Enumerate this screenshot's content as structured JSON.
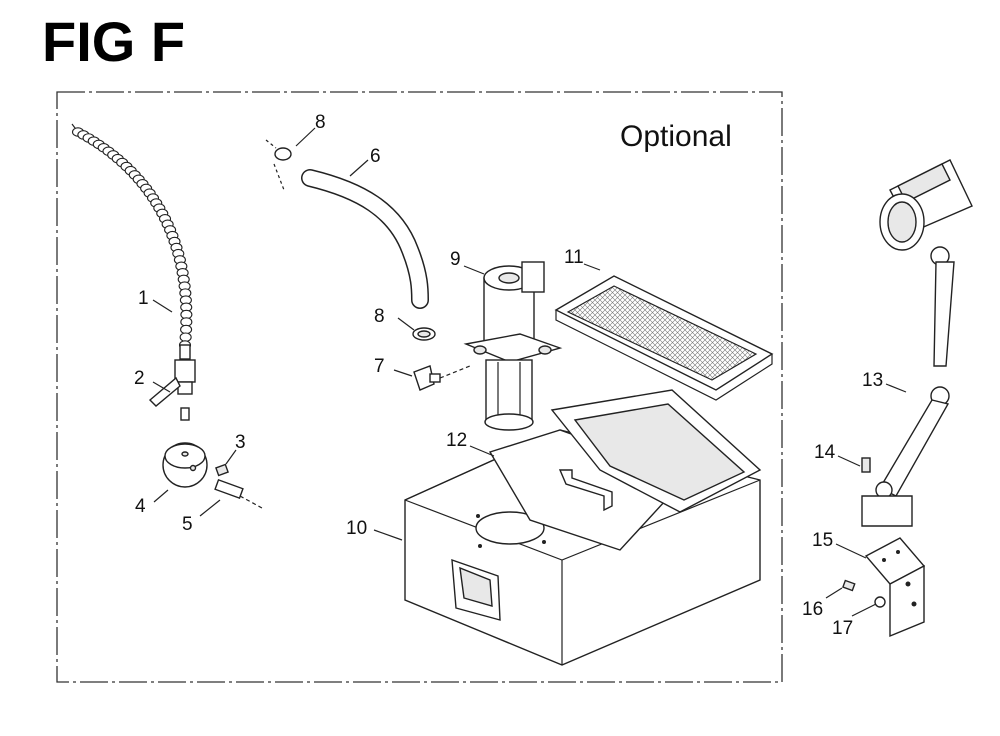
{
  "figure": {
    "title": "FIG F",
    "optional_label": "Optional"
  },
  "callouts": {
    "c1": "1",
    "c2": "2",
    "c3": "3",
    "c4": "4",
    "c5": "5",
    "c6": "6",
    "c7": "7",
    "c8a": "8",
    "c8b": "8",
    "c9": "9",
    "c10": "10",
    "c11": "11",
    "c12": "12",
    "c13": "13",
    "c14": "14",
    "c15": "15",
    "c16": "16",
    "c17": "17"
  }
}
